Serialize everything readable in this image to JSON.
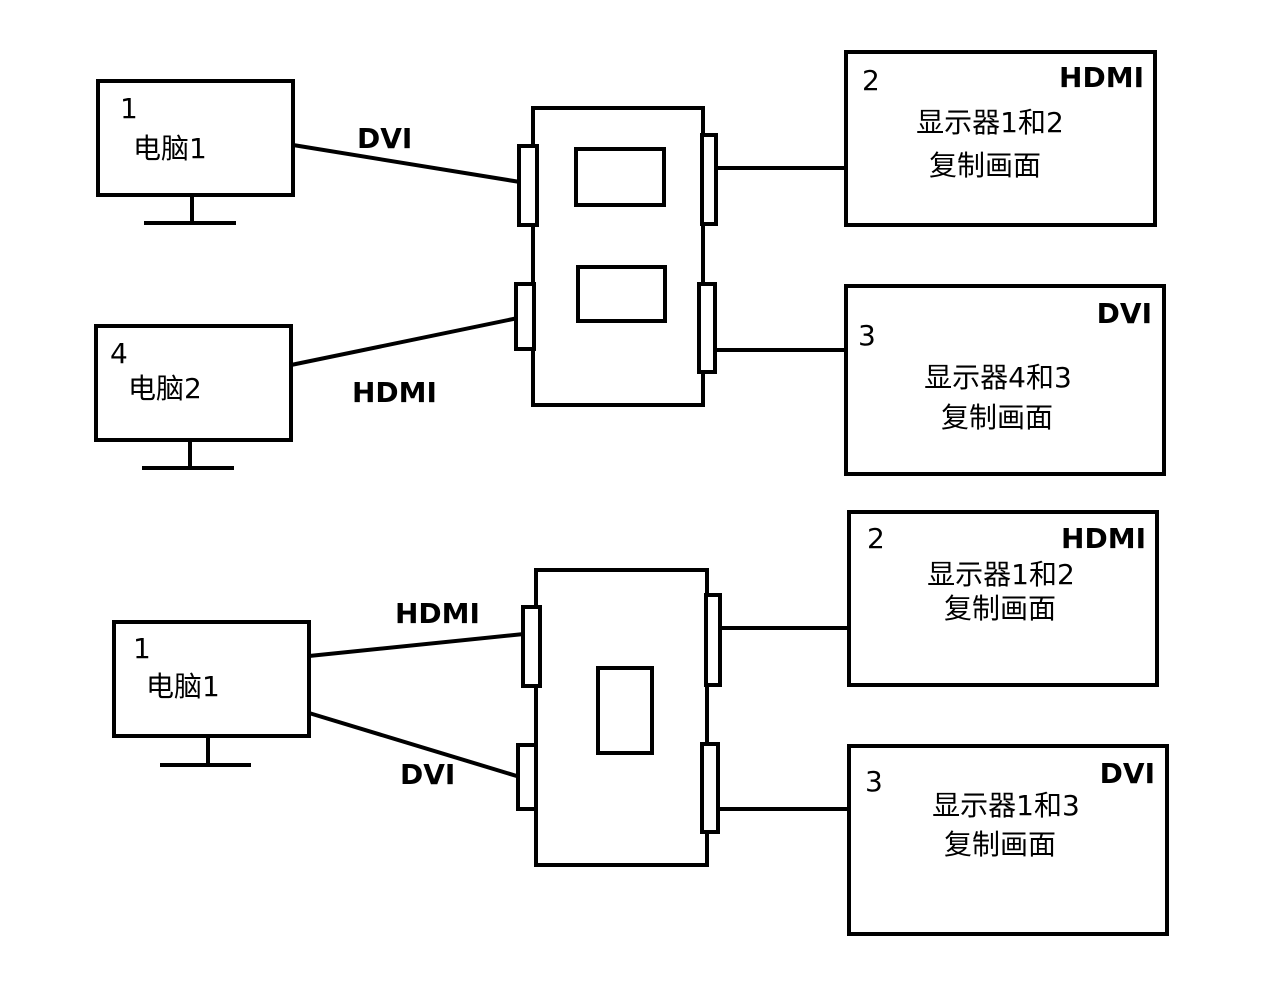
{
  "diagram1": {
    "computer1": {
      "number": "1",
      "name": "电脑1"
    },
    "computer2": {
      "number": "4",
      "name": "电脑2"
    },
    "link_in_top": "DVI",
    "link_in_bottom": "HDMI",
    "monitor_top": {
      "number": "2",
      "port": "HDMI",
      "line1": "显示器1和2",
      "line2": "复制画面"
    },
    "monitor_bottom": {
      "number": "3",
      "port": "DVI",
      "line1": "显示器4和3",
      "line2": "复制画面"
    }
  },
  "diagram2": {
    "computer": {
      "number": "1",
      "name": "电脑1"
    },
    "link_in_top": "HDMI",
    "link_in_bottom": "DVI",
    "monitor_top": {
      "number": "2",
      "port": "HDMI",
      "line1": "显示器1和2",
      "line2": "复制画面"
    },
    "monitor_bottom": {
      "number": "3",
      "port": "DVI",
      "line1": "显示器1和3",
      "line2": "复制画面"
    }
  }
}
